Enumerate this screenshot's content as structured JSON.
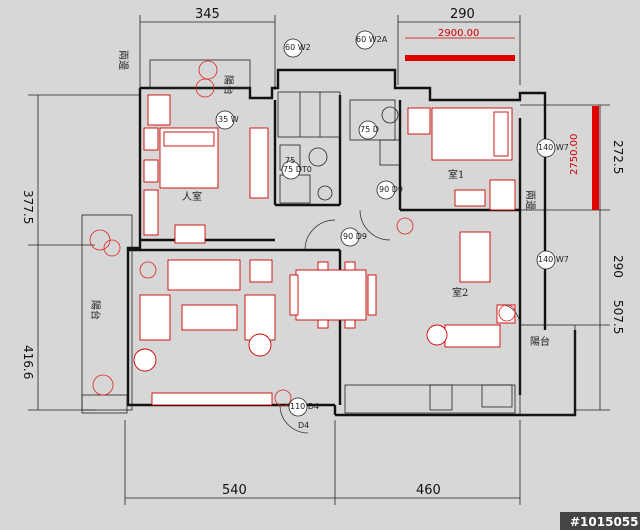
{
  "dims": {
    "top_left": "345",
    "top_right": "290",
    "bottom_left": "540",
    "bottom_right": "460",
    "left_upper": "377.5",
    "left_lower": "416.6",
    "right_a": "272.5",
    "right_b": "290",
    "right_c": "507.5"
  },
  "marks": {
    "top_width": "2900.00",
    "side_height": "2750.00"
  },
  "doors": [
    "75 DT0",
    "75 D",
    "90 D9",
    "90 D9",
    "140 W7",
    "140 W7",
    "110 D4",
    "60 W2",
    "60 W2A",
    "35 W",
    "75"
  ],
  "labels": {
    "room1": "人室",
    "room2": "室1",
    "room3": "室2",
    "balcony_left": "陽台",
    "balcony_right": "陽台",
    "balcony_top": "陽台",
    "top_side": "兩邊",
    "right_side": "兩邊",
    "door_bottom": "D4"
  },
  "watermark": "#1015055"
}
